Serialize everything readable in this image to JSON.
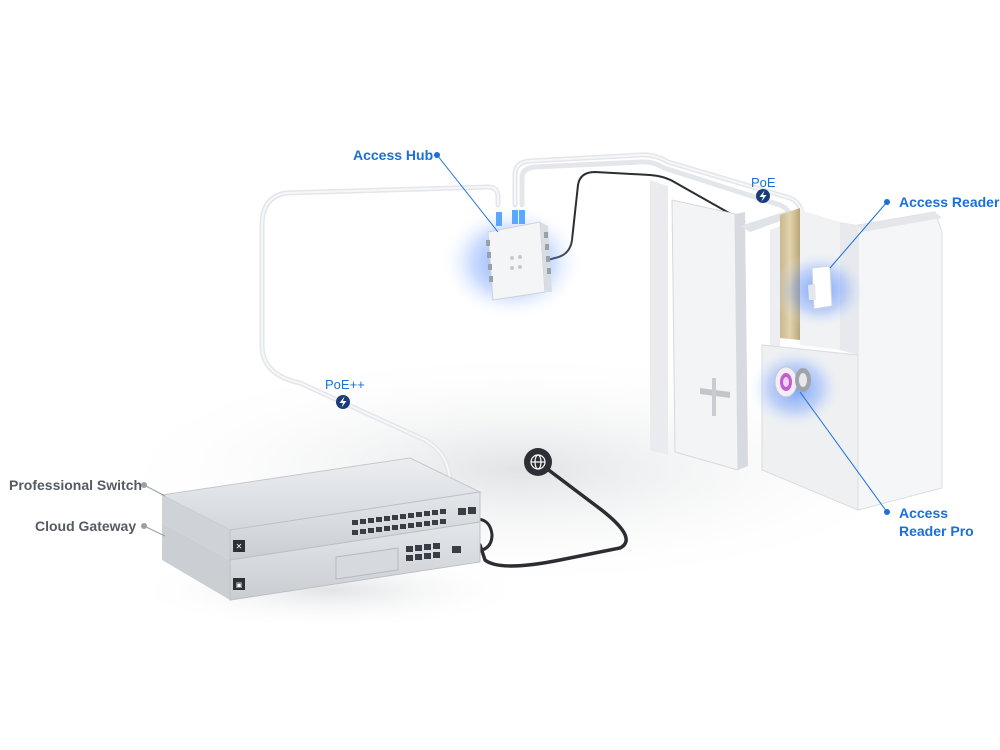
{
  "labels": {
    "access_hub": "Access Hub",
    "poe_top": "PoE",
    "access_reader": "Access Reader",
    "poe_plus": "PoE++",
    "professional_switch": "Professional Switch",
    "cloud_gateway": "Cloud Gateway",
    "access_reader_pro_line1": "Access",
    "access_reader_pro_line2": "Reader Pro"
  },
  "icons": {
    "power": "lightning-bolt-icon",
    "internet": "globe-icon"
  },
  "colors": {
    "accent": "#1a6fd8",
    "label_gray": "#555b63",
    "glow": "#4f86ff",
    "cable_light": "#e3e6ea",
    "cable_dark": "#2a2d31",
    "device": "#dfe2e6"
  }
}
